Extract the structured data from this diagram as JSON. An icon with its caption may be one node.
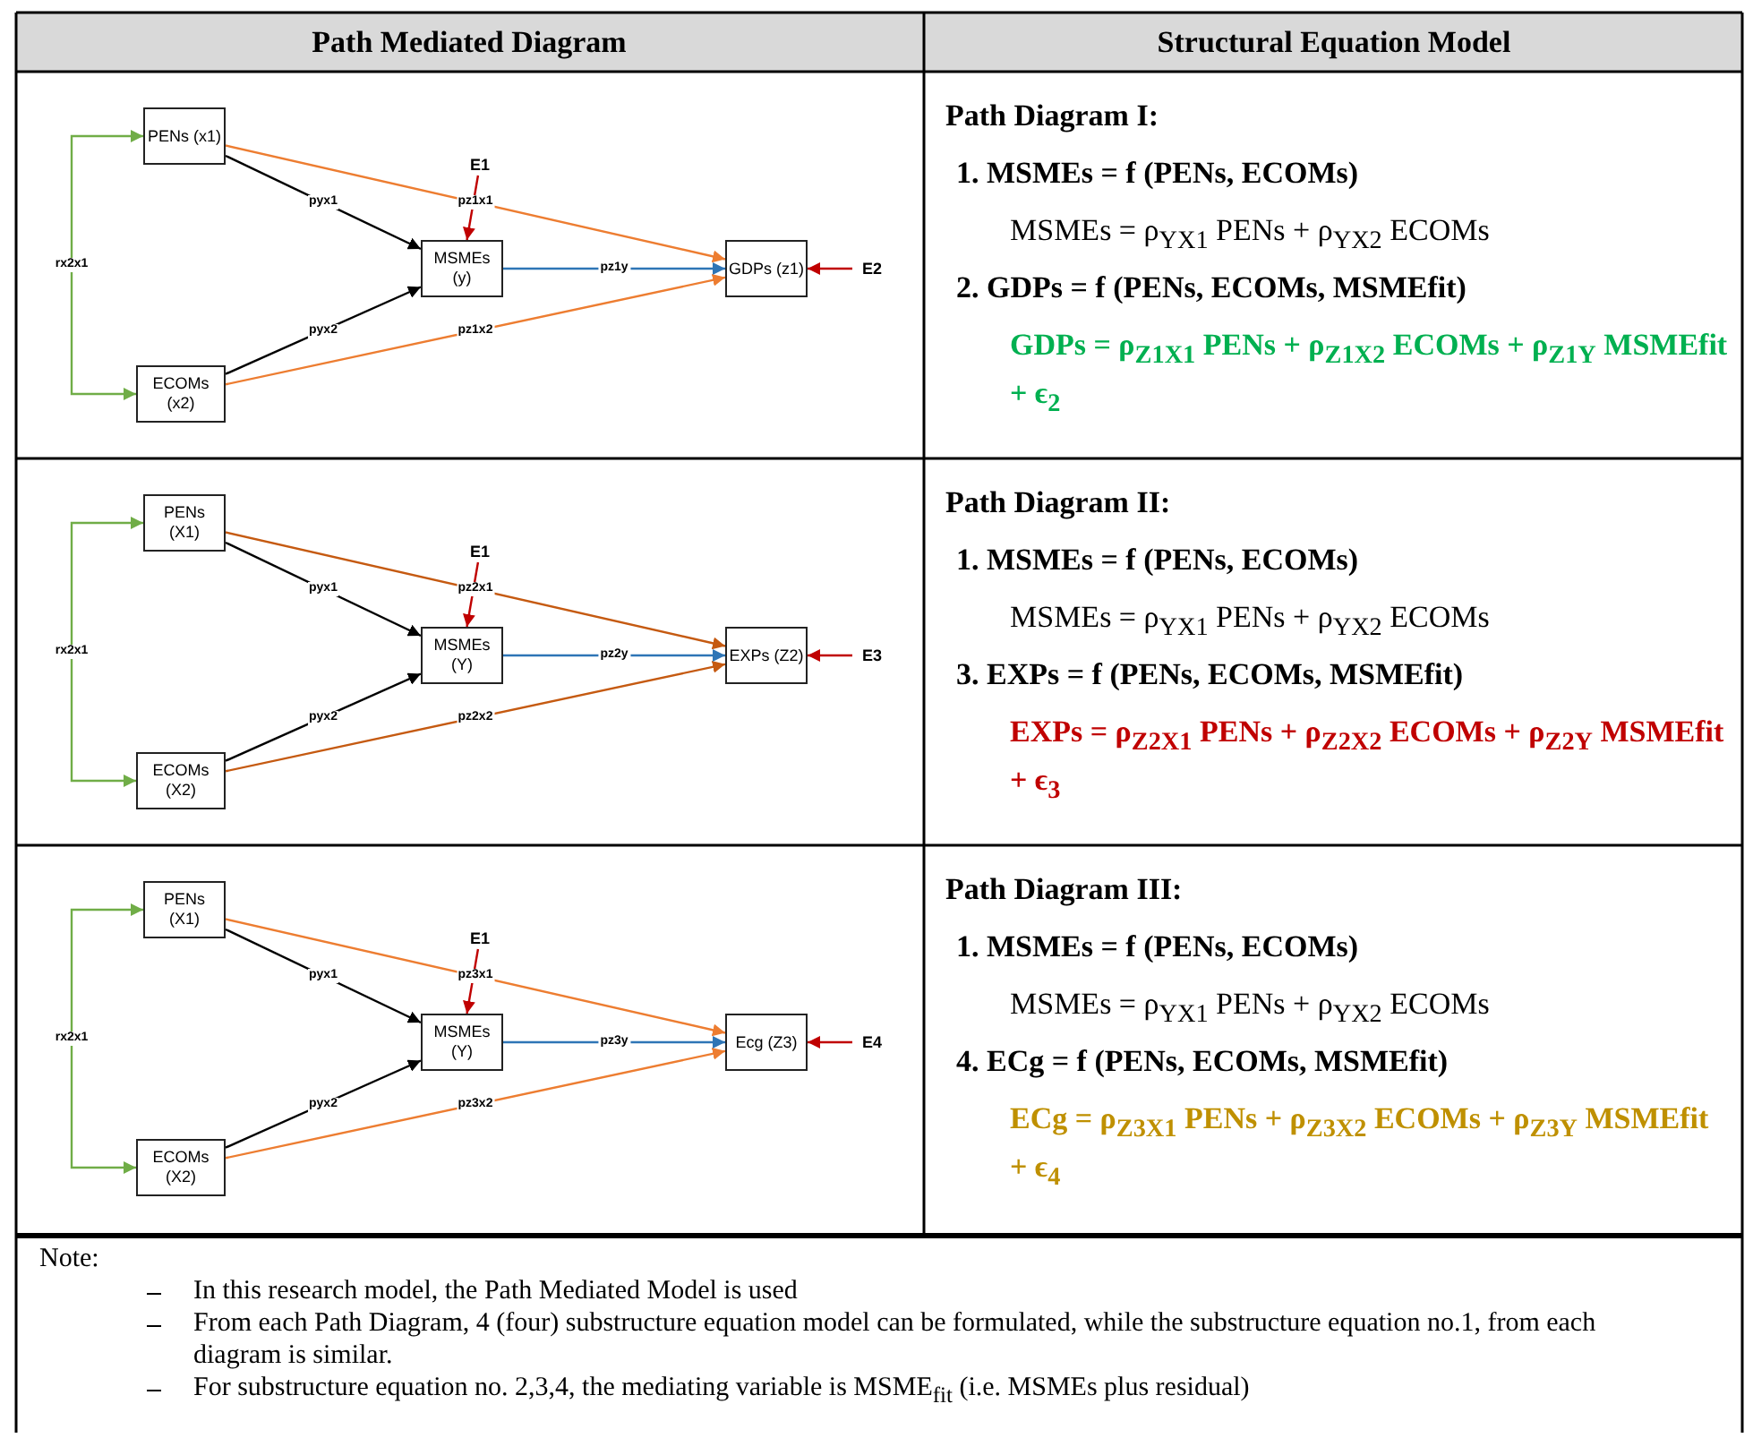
{
  "diagram": {
    "nodes": [
      {
        "text": [
          "PENs (x1)"
        ]
      },
      {
        "text": [
          "E1"
        ]
      },
      {
        "text": [
          "MSMEs (y)"
        ]
      },
      {
        "text": [
          "GDPs (z1)"
        ]
      },
      {
        "text": [
          "E2"
        ]
      },
      {
        "text": [
          "ECOMs (x2)"
        ]
      },
      {
        "text": [
          "PENs (X1)"
        ]
      },
      {
        "text": [
          "E1"
        ]
      },
      {
        "text": [
          "MSMEs (Y)"
        ]
      },
      {
        "text": [
          "EXPs (Z2)"
        ]
      },
      {
        "text": [
          "E3"
        ]
      },
      {
        "text": [
          "ECOMs (X2)"
        ]
      },
      {
        "text": [
          "PENs (X1)"
        ]
      },
      {
        "text": [
          "E1"
        ]
      },
      {
        "text": [
          "MSMEs (Y)"
        ]
      },
      {
        "text": [
          "Ecg (Z3)"
        ]
      },
      {
        "text": [
          "E4"
        ]
      },
      {
        "text": [
          "ECOMs (X2)"
        ]
      }
    ],
    "edges": [
      {
        "from": 0,
        "to": 5,
        "arrow": "both",
        "label": "rx2x1",
        "color": "#70ad47"
      },
      {
        "from": 0,
        "to": 2,
        "arrow": "to",
        "label": "pyx1",
        "color": "#000000"
      },
      {
        "from": 5,
        "to": 2,
        "arrow": "to",
        "label": "pyx2",
        "color": "#000000"
      },
      {
        "from": 0,
        "to": 3,
        "arrow": "to",
        "label": "pz1x1",
        "color": "#ed7d31"
      },
      {
        "from": 5,
        "to": 3,
        "arrow": "to",
        "label": "pz1x2",
        "color": "#ed7d31"
      },
      {
        "from": 2,
        "to": 3,
        "arrow": "to",
        "label": "pz1y",
        "color": "#2e75b6"
      },
      {
        "from": 1,
        "to": 2,
        "arrow": "to",
        "color": "#c00000"
      },
      {
        "from": 4,
        "to": 3,
        "arrow": "to",
        "color": "#c00000"
      },
      {
        "from": 6,
        "to": 11,
        "arrow": "both",
        "label": "rx2x1",
        "color": "#70ad47"
      },
      {
        "from": 6,
        "to": 8,
        "arrow": "to",
        "label": "pyx1",
        "color": "#000000"
      },
      {
        "from": 11,
        "to": 8,
        "arrow": "to",
        "label": "pyx2",
        "color": "#000000"
      },
      {
        "from": 6,
        "to": 9,
        "arrow": "to",
        "label": "pz2x1",
        "color": "#c55a11"
      },
      {
        "from": 11,
        "to": 9,
        "arrow": "to",
        "label": "pz2x2",
        "color": "#c55a11"
      },
      {
        "from": 8,
        "to": 9,
        "arrow": "to",
        "label": "pz2y",
        "color": "#2e75b6"
      },
      {
        "from": 7,
        "to": 8,
        "arrow": "to",
        "color": "#c00000"
      },
      {
        "from": 10,
        "to": 9,
        "arrow": "to",
        "color": "#c00000"
      },
      {
        "from": 12,
        "to": 17,
        "arrow": "both",
        "label": "rx2x1",
        "color": "#70ad47"
      },
      {
        "from": 12,
        "to": 14,
        "arrow": "to",
        "label": "pyx1",
        "color": "#000000"
      },
      {
        "from": 17,
        "to": 14,
        "arrow": "to",
        "label": "pyx2",
        "color": "#000000"
      },
      {
        "from": 12,
        "to": 15,
        "arrow": "to",
        "label": "pz3x1",
        "color": "#ed7d31"
      },
      {
        "from": 17,
        "to": 15,
        "arrow": "to",
        "label": "pz3x2",
        "color": "#ed7d31"
      },
      {
        "from": 14,
        "to": 15,
        "arrow": "to",
        "label": "pz3y",
        "color": "#2e75b6"
      },
      {
        "from": 13,
        "to": 14,
        "arrow": "to",
        "color": "#c00000"
      },
      {
        "from": 16,
        "to": 15,
        "arrow": "to",
        "color": "#c00000"
      }
    ],
    "labels": [
      "Path Mediated Diagram",
      "Structural Equation Model",
      "Path Diagram I:",
      "1. MSMEs = f (PENs, ECOMs)",
      "MSMEs = ρ$_{YX1}$ PENs + ρ$_{YX2}$ ECOMs",
      "2. GDPs = f (PENs, ECOMs, MSMEfit)",
      "GDPs = ρ$_{Z1X1}$ PENs + ρ$_{Z1X2}$ ECOMs + ρ$_{Z1Y}$ MSMEfit + ϵ$_{2}$",
      "Path Diagram II:",
      "1. MSMEs = f (PENs, ECOMs)",
      "MSMEs = ρ$_{YX1}$ PENs + ρ$_{YX2}$ ECOMs",
      "3. EXPs = f (PENs, ECOMs, MSMEfit)",
      "EXPs = ρ$_{Z2X1}$ PENs + ρ$_{Z2X2}$ ECOMs + ρ$_{Z2Y}$ MSMEfit + ϵ$_{3}$",
      "Path Diagram III:",
      "1. MSMEs = f (PENs, ECOMs)",
      "MSMEs = ρ$_{YX1}$ PENs + ρ$_{YX2}$ ECOMs",
      "4. ECg = f (PENs, ECOMs, MSMEfit)",
      "ECg = ρ$_{Z3X1}$ PENs + ρ$_{Z3X2}$ ECOMs + ρ$_{Z3Y}$ MSMEfit + ϵ$_{4}$",
      "Note:",
      "In this research model, the Path Mediated Model is used",
      "From each Path Diagram, 4 (four) substructure equation model can be formulated, while the substructure equation no.1, from each diagram is similar.",
      "For substructure equation no. 2,3,4, the mediating variable is MSME$_{fit}$ (i.e. MSMEs plus residual)"
    ]
  }
}
